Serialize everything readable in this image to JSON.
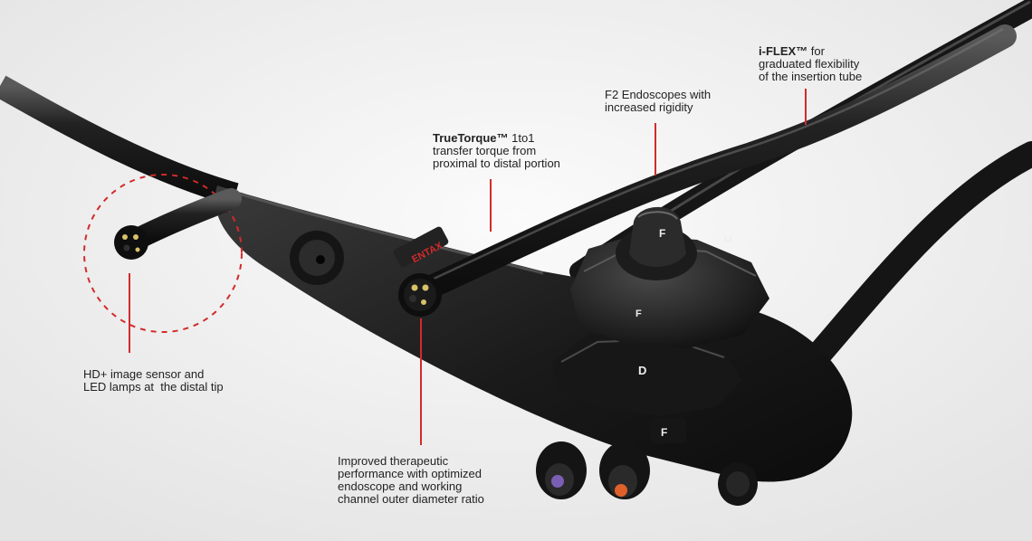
{
  "callouts": {
    "iflex": {
      "bold": "i-FLEX™",
      "rest": " for",
      "line2": "graduated flexibility",
      "line3": "of the insertion tube"
    },
    "f2": {
      "line1": "F2 Endoscopes with",
      "line2": "increased rigidity"
    },
    "truetorque": {
      "bold": "TrueTorque™",
      "rest": " 1to1",
      "line2": "transfer torque from",
      "line3": "proximal to distal portion"
    },
    "hd": {
      "line1": "HD+ image sensor and",
      "line2": "LED lamps at  the distal tip"
    },
    "improved": {
      "line1": "Improved therapeutic",
      "line2": "performance with optimized",
      "line3": "endoscope and working",
      "line4": "channel outer diameter ratio"
    }
  },
  "device_labels": {
    "knob_big": "F",
    "knob_small": "F",
    "knob_ring": "U",
    "knob_lower": "D",
    "valve_label": "F",
    "brand": "ENTAX"
  },
  "colors": {
    "accent": "#d22b2b",
    "body": "#1b1b1b",
    "background": "#f2f2f2"
  }
}
